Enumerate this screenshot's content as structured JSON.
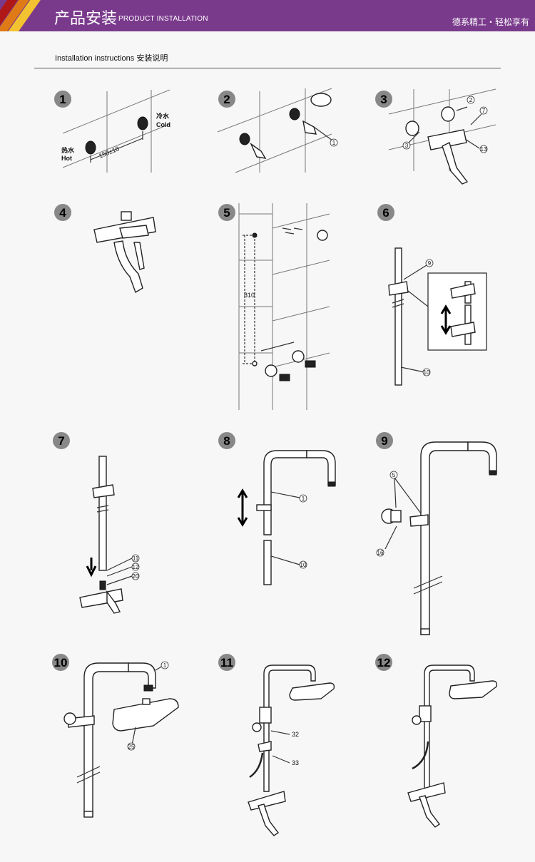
{
  "header": {
    "title_zh": "产品安装",
    "title_en": "PRODUCT INSTALLATION",
    "slogan": "德系精工・轻松享有",
    "stripe_colors": [
      "#b01818",
      "#e07a16",
      "#f2c230"
    ],
    "banner_color": "#7a3a8c"
  },
  "subtitle": "Installation instructions  安装说明",
  "steps": [
    "1",
    "2",
    "3",
    "4",
    "5",
    "6",
    "7",
    "8",
    "9",
    "10",
    "11",
    "12"
  ],
  "labels": {
    "hot_zh": "热水",
    "hot_en": "Hot",
    "cold_zh": "冷水",
    "cold_en": "Cold",
    "spacing": "150±10",
    "height": "810"
  },
  "callouts": {
    "s2": [
      "1"
    ],
    "s3": [
      "2",
      "3",
      "7",
      "13"
    ],
    "s6": [
      "9",
      "10"
    ],
    "s7": [
      "11",
      "12",
      "20"
    ],
    "s8": [
      "1",
      "10"
    ],
    "s9": [
      "5",
      "16"
    ],
    "s10": [
      "1",
      "25"
    ],
    "s11": [
      "32",
      "33"
    ]
  }
}
